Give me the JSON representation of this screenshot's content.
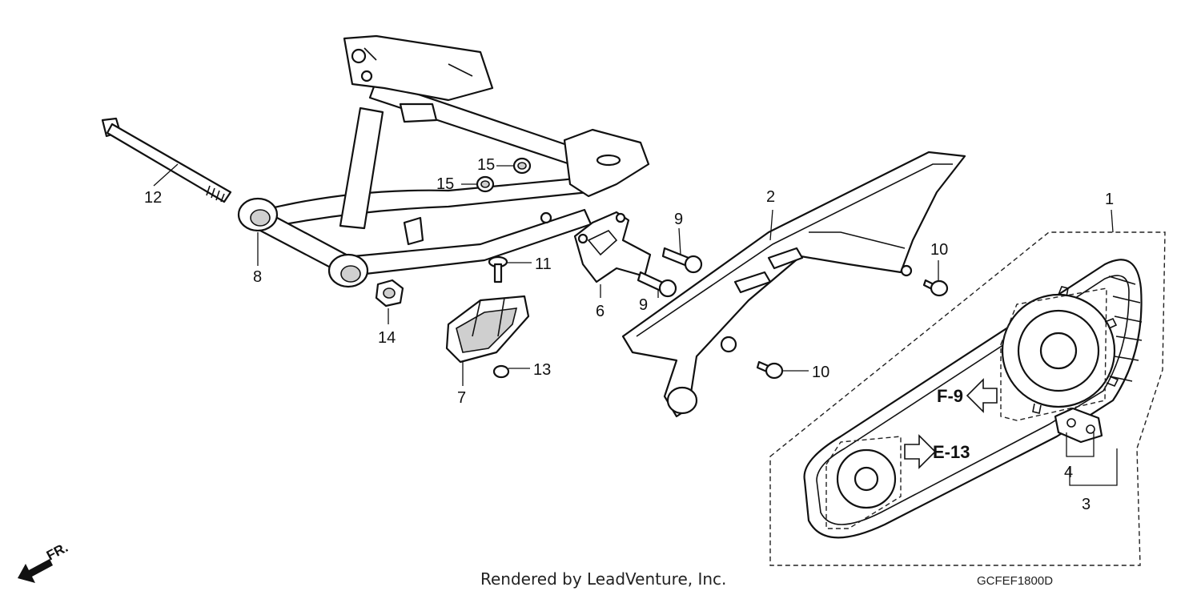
{
  "callouts": {
    "c1": "1",
    "c2": "2",
    "c3": "3",
    "c4": "4",
    "c6": "6",
    "c7": "7",
    "c8": "8",
    "c9a": "9",
    "c9b": "9",
    "c10a": "10",
    "c10b": "10",
    "c11": "11",
    "c12": "12",
    "c13": "13",
    "c14": "14",
    "c15a": "15",
    "c15b": "15"
  },
  "refs": {
    "f9": "F-9",
    "e13": "E-13"
  },
  "direction": {
    "label": "FR.",
    "icon": "front-direction-arrow-icon"
  },
  "footer": {
    "credit": "Rendered by LeadVenture, Inc.",
    "code": "GCFEF1800D"
  }
}
